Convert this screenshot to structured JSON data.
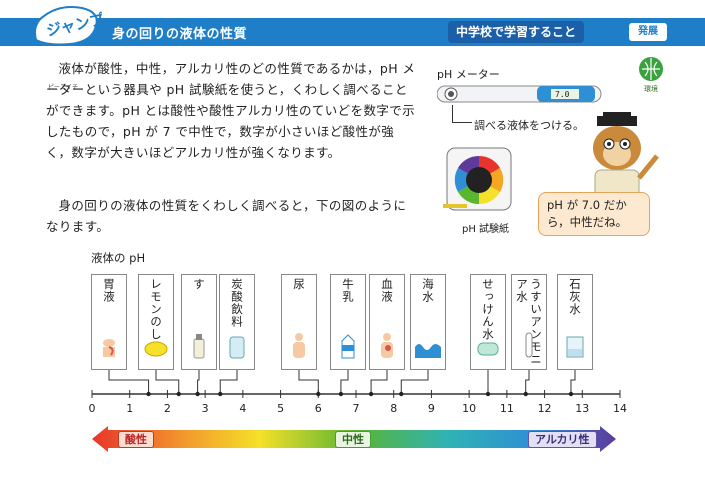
{
  "header": {
    "badge": "ジャンプ",
    "title": "身の回りの液体の性質",
    "learn_label": "中学校で学習すること",
    "dev_label": "発展"
  },
  "text": {
    "paragraph1": "液体が酸性，中性，アルカリ性のどの性質であるかは，pH メーターという器具や pH 試験紙を使うと，くわしく調べることができます。pH とは酸性や酸性アルカリ性のていどを数字で示したもので，pH が 7 で中性で，数字が小さいほど酸性が強く，数字が大きいほどアルカリ性が強くなります。",
    "paragraph2": "身の回りの液体の性質をくわしく調べると，下の図のようになります。",
    "ruby_ph": "ピーエイチ"
  },
  "figures": {
    "meter_label": "pH メーター",
    "meter_callout": "調べる液体をつける。",
    "meter_display": "7.0",
    "paper_label": "pH 試験紙",
    "env_label": "環境",
    "speech": "pH が 7.0 だから，中性だね。"
  },
  "chart_data": {
    "type": "scale",
    "title": "液体の pH",
    "axis": {
      "min": 0,
      "max": 14,
      "ticks": [
        0,
        1,
        2,
        3,
        4,
        5,
        6,
        7,
        8,
        9,
        10,
        11,
        12,
        13,
        14
      ]
    },
    "items": [
      {
        "name": "胃液",
        "ph": 1.5,
        "icon": "stomach-icon"
      },
      {
        "name": "レモンのしる",
        "ph": 2.3,
        "icon": "lemon-icon"
      },
      {
        "name": "す",
        "ph": 2.8,
        "icon": "vinegar-bottle-icon"
      },
      {
        "name": "炭酸飲料",
        "ph": 3.4,
        "icon": "can-icon"
      },
      {
        "name": "尿",
        "ph": 6.0,
        "icon": "body-icon"
      },
      {
        "name": "牛乳",
        "ph": 6.6,
        "icon": "milk-carton-icon"
      },
      {
        "name": "血液",
        "ph": 7.4,
        "icon": "heart-icon"
      },
      {
        "name": "海水",
        "ph": 8.2,
        "icon": "wave-icon"
      },
      {
        "name": "せっけん水",
        "ph": 10.5,
        "icon": "soap-icon"
      },
      {
        "name": "うすいアンモニア水",
        "ph": 11.5,
        "icon": "test-tube-icon"
      },
      {
        "name": "石灰水",
        "ph": 12.7,
        "icon": "beaker-icon"
      }
    ],
    "scale": {
      "acid": "酸性",
      "neutral": "中性",
      "alkali": "アルカリ性"
    },
    "colors": {
      "acid": "#e8352b",
      "neutral": "#5bb531",
      "alkali": "#5d3a9b",
      "header": "#1e7ec8"
    }
  }
}
